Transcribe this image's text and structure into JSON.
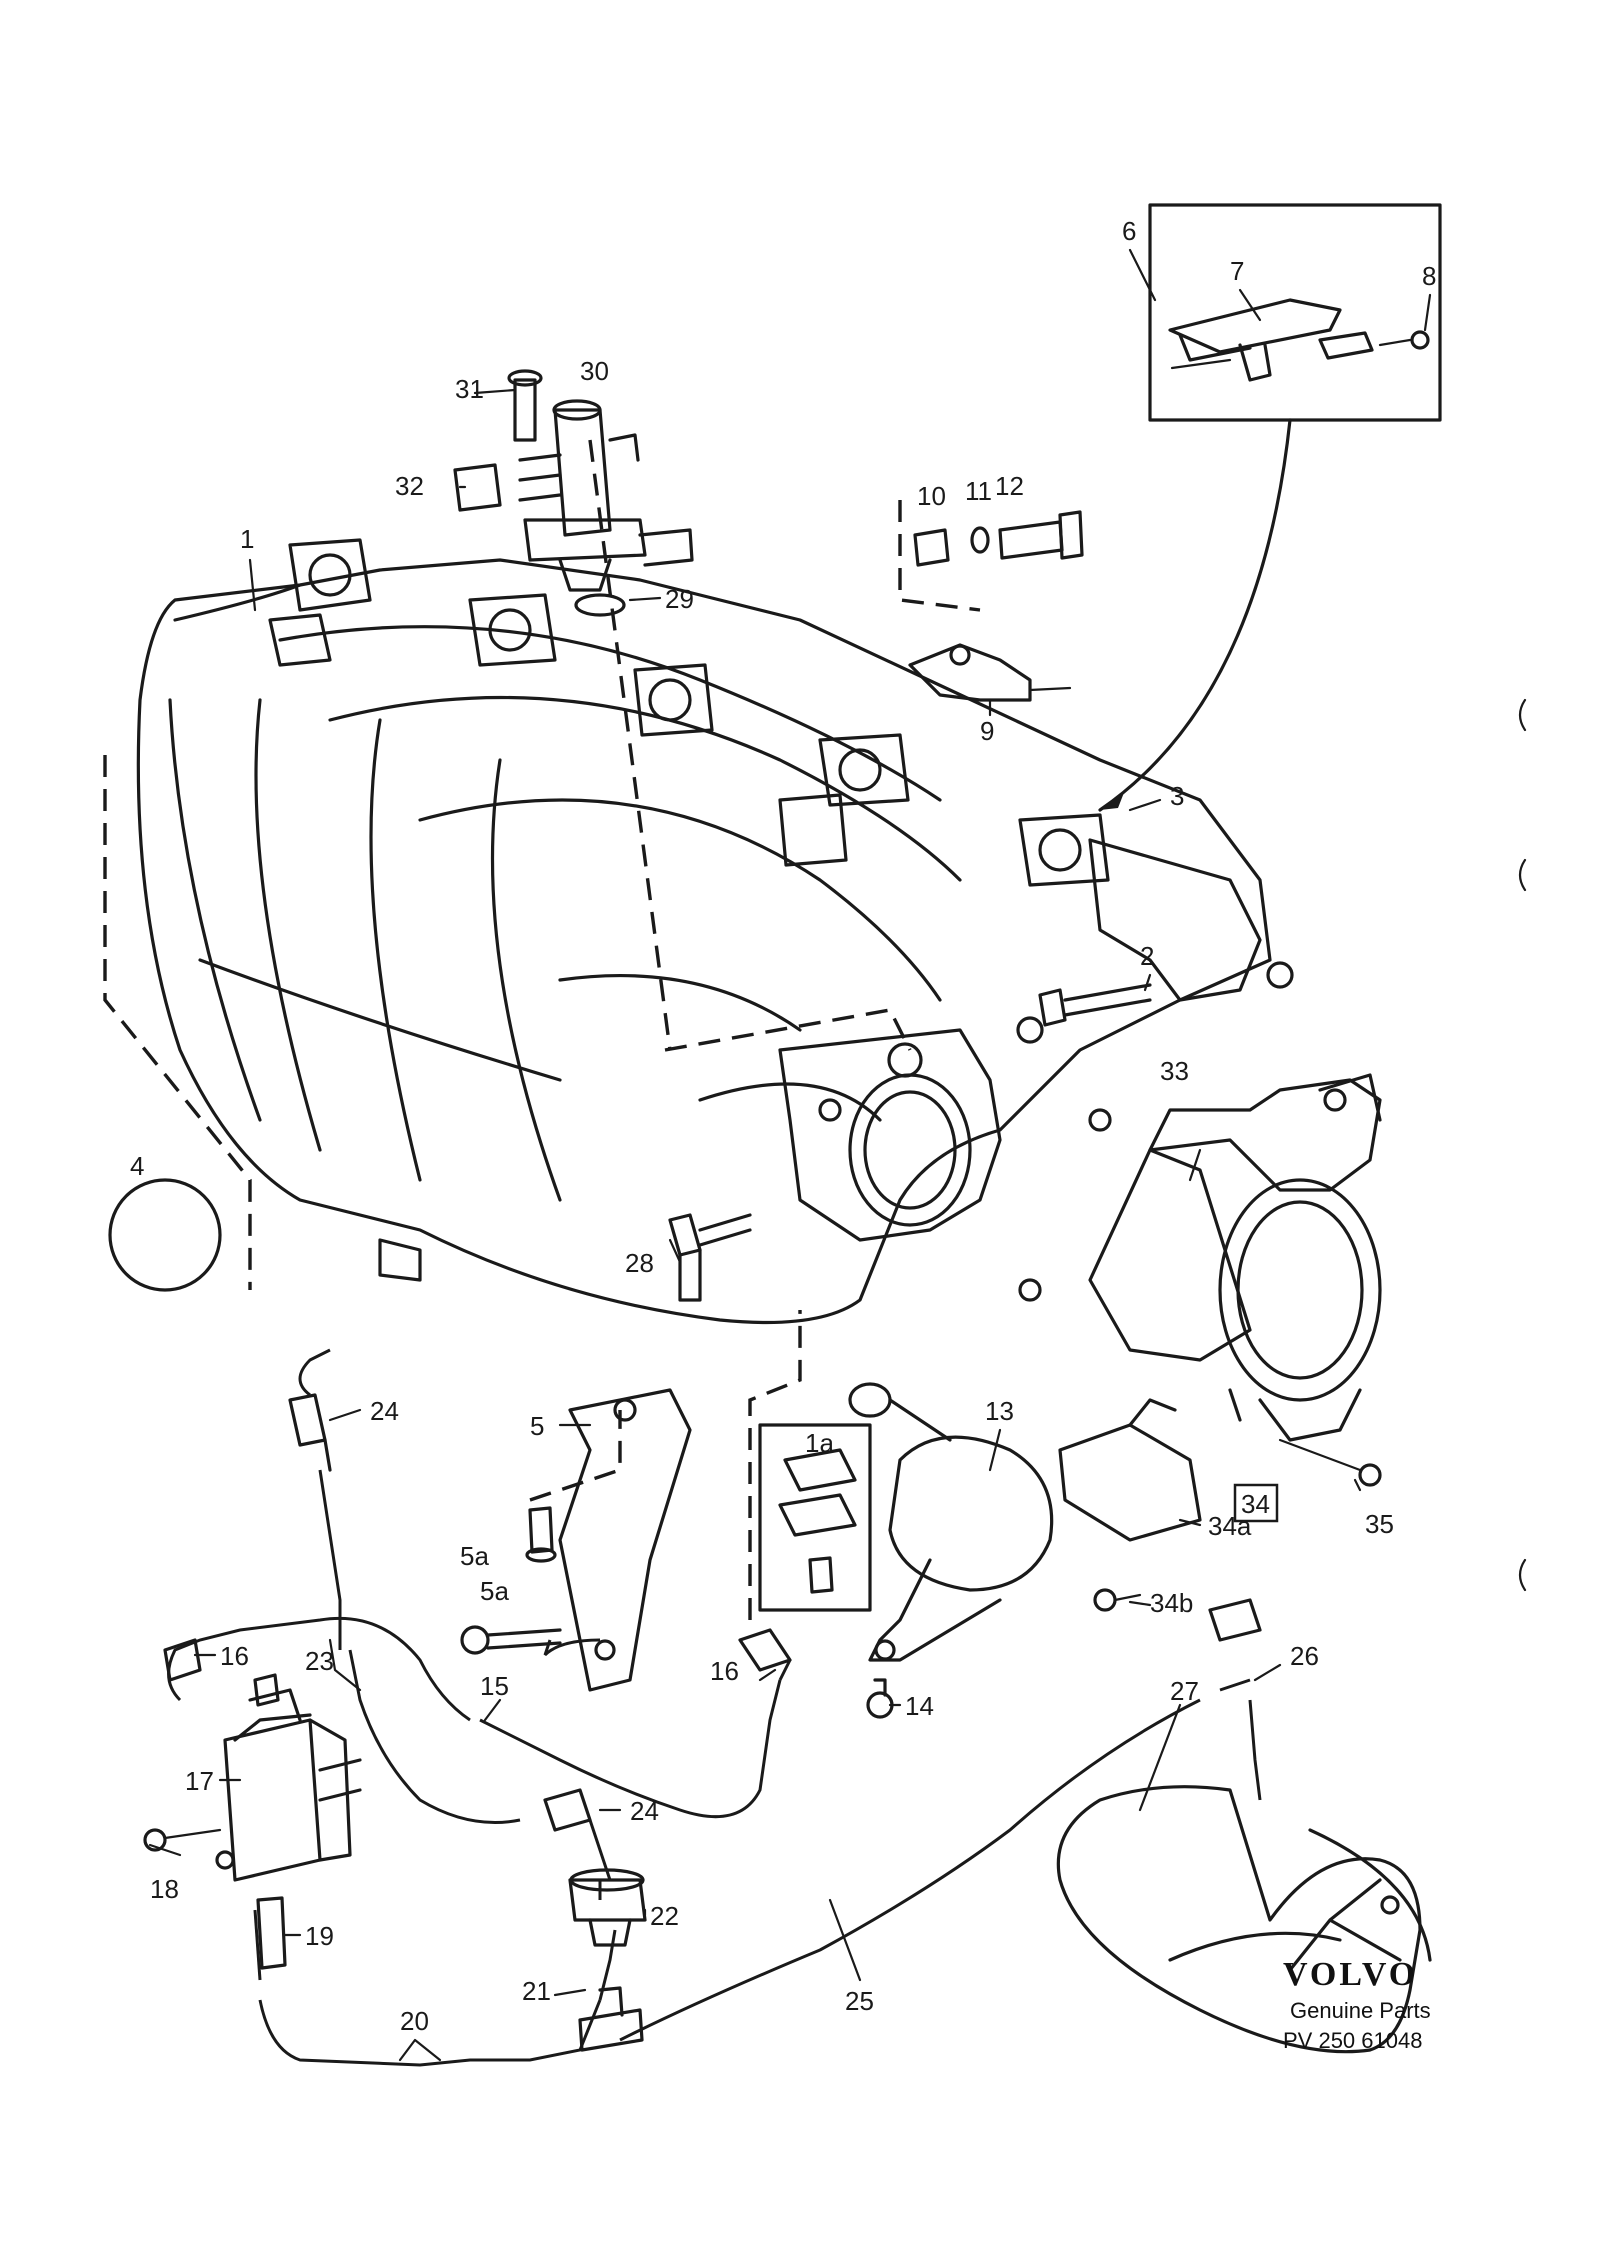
{
  "brand": {
    "name": "VOLVO",
    "tagline": "Genuine Parts",
    "code": "PV 250 61048"
  },
  "callouts": [
    {
      "id": "c1",
      "text": "1"
    },
    {
      "id": "c1a",
      "text": "1a"
    },
    {
      "id": "c2",
      "text": "2"
    },
    {
      "id": "c3",
      "text": "3"
    },
    {
      "id": "c4",
      "text": "4"
    },
    {
      "id": "c5",
      "text": "5"
    },
    {
      "id": "c5a1",
      "text": "5a"
    },
    {
      "id": "c5a2",
      "text": "5a"
    },
    {
      "id": "c6",
      "text": "6"
    },
    {
      "id": "c7",
      "text": "7"
    },
    {
      "id": "c8",
      "text": "8"
    },
    {
      "id": "c9",
      "text": "9"
    },
    {
      "id": "c10",
      "text": "10"
    },
    {
      "id": "c11",
      "text": "11"
    },
    {
      "id": "c12",
      "text": "12"
    },
    {
      "id": "c13",
      "text": "13"
    },
    {
      "id": "c14",
      "text": "14"
    },
    {
      "id": "c15",
      "text": "15"
    },
    {
      "id": "c16a",
      "text": "16"
    },
    {
      "id": "c16b",
      "text": "16"
    },
    {
      "id": "c17",
      "text": "17"
    },
    {
      "id": "c18",
      "text": "18"
    },
    {
      "id": "c19",
      "text": "19"
    },
    {
      "id": "c20",
      "text": "20"
    },
    {
      "id": "c21",
      "text": "21"
    },
    {
      "id": "c22",
      "text": "22"
    },
    {
      "id": "c23",
      "text": "23"
    },
    {
      "id": "c24a",
      "text": "24"
    },
    {
      "id": "c24b",
      "text": "24"
    },
    {
      "id": "c25",
      "text": "25"
    },
    {
      "id": "c26",
      "text": "26"
    },
    {
      "id": "c27",
      "text": "27"
    },
    {
      "id": "c28",
      "text": "28"
    },
    {
      "id": "c29",
      "text": "29"
    },
    {
      "id": "c30",
      "text": "30"
    },
    {
      "id": "c31",
      "text": "31"
    },
    {
      "id": "c32",
      "text": "32"
    },
    {
      "id": "c33",
      "text": "33"
    },
    {
      "id": "c34",
      "text": "34"
    },
    {
      "id": "c34a",
      "text": "34a"
    },
    {
      "id": "c34b",
      "text": "34b"
    },
    {
      "id": "c35",
      "text": "35"
    }
  ]
}
